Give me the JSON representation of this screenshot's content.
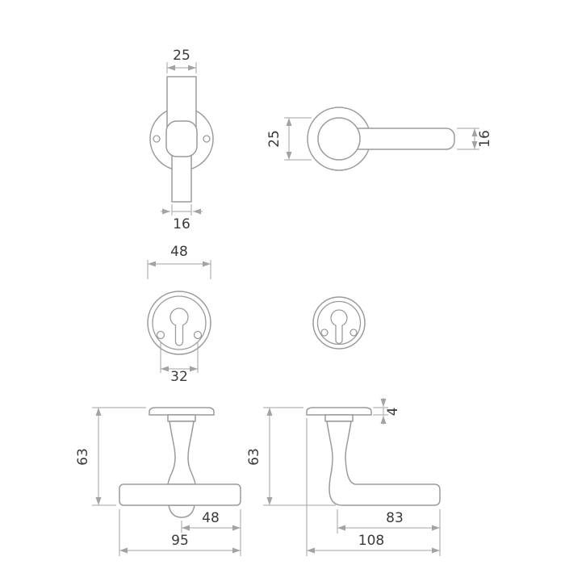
{
  "colors": {
    "part_line": "#9b9b9b",
    "dimension_line": "#a3a3a3",
    "label_text": "#3a3a3a",
    "background": "#ffffff"
  },
  "views": {
    "t_handle_front": {
      "dim_grip_width": "25",
      "dim_stem_width": "16"
    },
    "lever_front": {
      "dim_rose": "25",
      "dim_lever_thickness": "16"
    },
    "escutcheon_large": {
      "dim_outer_diameter": "48",
      "dim_fixing_distance": "32"
    },
    "t_handle_side": {
      "dim_projection": "63",
      "dim_arm_length": "48",
      "dim_grip_length": "95"
    },
    "lever_side": {
      "dim_rose_thickness": "4",
      "dim_projection": "63",
      "dim_grip_reach": "83",
      "dim_total_length": "108"
    }
  }
}
